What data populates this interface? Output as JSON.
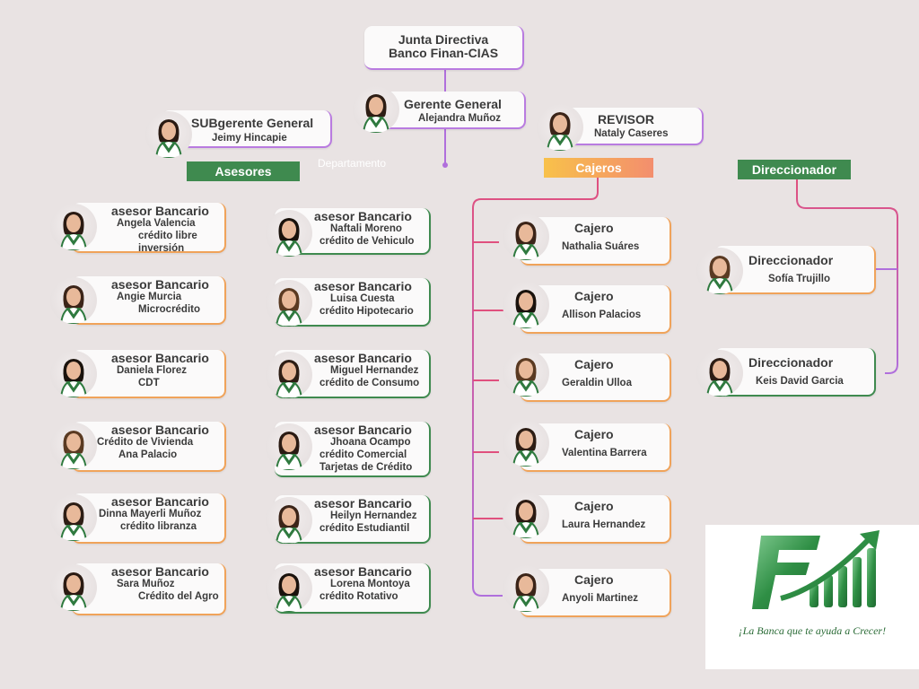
{
  "board": {
    "line1": "Junta Directiva",
    "line2": "Banco Finan-CIAS"
  },
  "manager": {
    "title": "Gerente General",
    "name": "Alejandra Muñoz"
  },
  "submanager": {
    "title": "SUBgerente General",
    "name": "Jeimy Hincapie"
  },
  "auditor": {
    "title": "REVISOR",
    "name": "Nataly Caseres"
  },
  "department_label": "Departamento",
  "sections": {
    "asesores": "Asesores",
    "cajeros": "Cajeros",
    "direccionador": "Direccionador"
  },
  "asesores_left": [
    {
      "title": "asesor Bancario",
      "lines": [
        "Angela Valencia",
        "crédito libre",
        "inversión"
      ]
    },
    {
      "title": "asesor Bancario",
      "lines": [
        "Angie Murcia",
        "Microcrédito"
      ]
    },
    {
      "title": "asesor Bancario",
      "lines": [
        "Daniela Florez",
        "CDT"
      ]
    },
    {
      "title": "asesor Bancario",
      "lines": [
        "Crédito de Vivienda",
        "Ana Palacio"
      ]
    },
    {
      "title": "asesor Bancario",
      "lines": [
        "Dinna Mayerli Muñoz",
        "crédito libranza"
      ]
    },
    {
      "title": "asesor Bancario",
      "lines": [
        "Sara Muñoz",
        "Crédito del Agro"
      ]
    }
  ],
  "asesores_right": [
    {
      "title": "asesor Bancario",
      "lines": [
        "Naftali Moreno",
        "crédito de Vehiculo"
      ]
    },
    {
      "title": "asesor Bancario",
      "lines": [
        "Luisa Cuesta",
        "crédito Hipotecario"
      ]
    },
    {
      "title": "asesor Bancario",
      "lines": [
        "Miguel Hernandez",
        "crédito de Consumo"
      ]
    },
    {
      "title": "asesor Bancario",
      "lines": [
        "Jhoana Ocampo",
        "crédito Comercial",
        "Tarjetas de Crédito"
      ]
    },
    {
      "title": "asesor Bancario",
      "lines": [
        "Heilyn Hernandez",
        "crédito Estudiantil"
      ]
    },
    {
      "title": "asesor Bancario",
      "lines": [
        "Lorena Montoya",
        "crédito Rotativo"
      ]
    }
  ],
  "cajeros": [
    {
      "title": "Cajero",
      "name": "Nathalia Suáres"
    },
    {
      "title": "Cajero",
      "name": "Allison Palacios"
    },
    {
      "title": "Cajero",
      "name": "Geraldin Ulloa"
    },
    {
      "title": "Cajero",
      "name": "Valentina Barrera"
    },
    {
      "title": "Cajero",
      "name": "Laura Hernandez"
    },
    {
      "title": "Cajero",
      "name": "Anyoli Martinez"
    }
  ],
  "direccionadores": [
    {
      "title": "Direccionador",
      "name": "Sofía Trujillo"
    },
    {
      "title": "Direccionador",
      "name": "Keis David Garcia"
    }
  ],
  "logo": {
    "tagline": "¡La Banca que te ayuda a Crecer!"
  },
  "colors": {
    "green": "#3f8a4f",
    "purple": "#b06fdc",
    "pink": "#e0507e",
    "orange": "#f0a35a",
    "background": "#e9e3e3"
  }
}
